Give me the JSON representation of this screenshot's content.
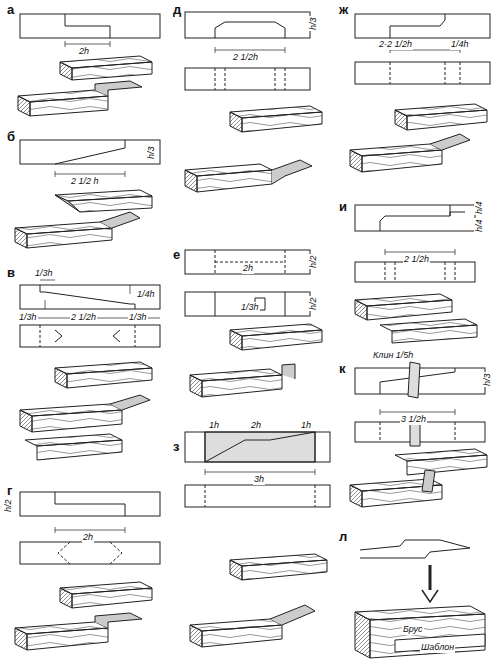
{
  "diagram": {
    "labels": [
      "а",
      "2h",
      "б",
      "2 1/2 h",
      "h/3",
      "в",
      "1/3h",
      "1/4h",
      "1/3h",
      "2 1/2h",
      "1/3h",
      "г",
      "h/2",
      "2h",
      "д",
      "h/3",
      "2 1/2h",
      "е",
      "h/2",
      "1/3h",
      "h/2",
      "2h",
      "з",
      "1h",
      "2h",
      "1h",
      "3h",
      "ж",
      "2-2 1/2h",
      "1/4h",
      "и",
      "2 1/2h",
      "h/4",
      "h/4",
      "к",
      "Клин 1/5h",
      "h/3",
      "3 1/2h",
      "л",
      "Брус",
      "Шаблон"
    ]
  }
}
